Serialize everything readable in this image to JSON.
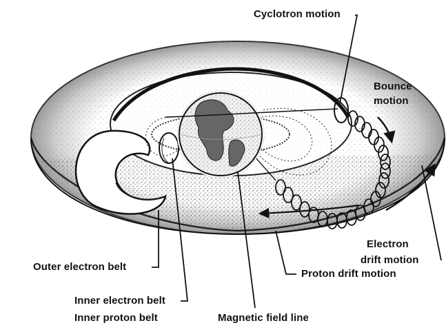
{
  "labels": {
    "cyclotron": "Cyclotron motion",
    "bounce_line1": "Bounce",
    "bounce_line2": "motion",
    "electron_drift_line1": "Electron",
    "electron_drift_line2": "drift motion",
    "outer_electron_belt": "Outer electron belt",
    "proton_drift": "Proton drift motion",
    "inner_electron_belt": "Inner electron belt",
    "inner_proton_belt": "Inner proton belt",
    "magnetic_field_line": "Magnetic field line"
  },
  "colors": {
    "ink": "#111111",
    "belt_stipple": "#5a5a5a",
    "background": "#ffffff"
  },
  "icons": [
    "earth-globe",
    "toroidal-belt",
    "helix-trajectory",
    "arrow-head"
  ]
}
